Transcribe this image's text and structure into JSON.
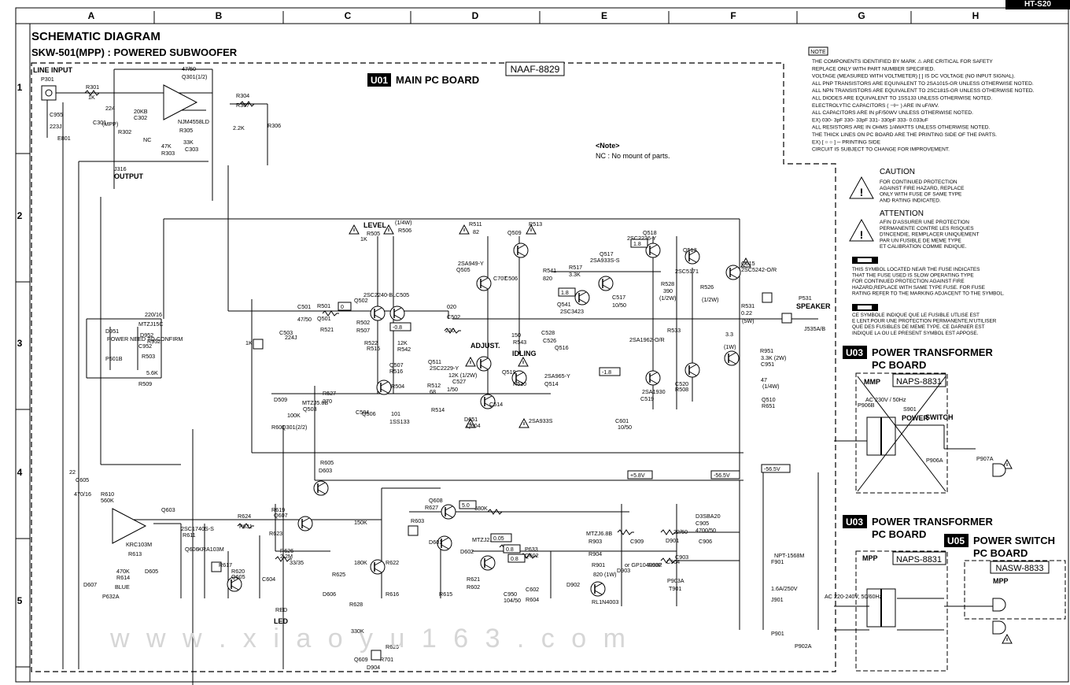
{
  "header": {
    "title": "SCHEMATIC DIAGRAM",
    "subtitle": "SKW-501(MPP) : POWERED SUBWOOFER",
    "corner_tag": "HT-S20"
  },
  "grid": {
    "columns": [
      "A",
      "B",
      "C",
      "D",
      "E",
      "F",
      "G",
      "H"
    ],
    "rows": [
      "1",
      "2",
      "3",
      "4",
      "5"
    ]
  },
  "boards": {
    "main": {
      "badge": "U01",
      "title": "MAIN PC BOARD",
      "part": "NAAF-8829"
    },
    "transformer1": {
      "badge": "U03",
      "title_line1": "POWER TRANSFORMER",
      "title_line2": "PC BOARD",
      "part": "NAPS-8831",
      "variant": "MMP"
    },
    "transformer2": {
      "badge": "U03",
      "title_line1": "POWER TRANSFORMER",
      "title_line2": "PC BOARD",
      "part": "NAPS-8831",
      "variant": "MPP"
    },
    "power_switch": {
      "badge": "U05",
      "title_line1": "POWER SWITCH",
      "title_line2": "PC BOARD",
      "part": "NASW-8833",
      "variant": "MPP"
    }
  },
  "notes": {
    "heading": "NOTE",
    "items": [
      "THE COMPONENTS IDENTIFIED BY MARK ⚠ ARE CRITICAL FOR SAFETY",
      "REPLACE ONLY WITH PART NUMBER SPECIFIED.",
      "VOLTAGE (MEASURED WITH VOLTMETER) [    ] IS DC VOLTAGE (NO INPUT SIGNAL).",
      "ALL PNP TRANSISTORS ARE EQUIVALENT TO 2SA1015-GR UNLESS OTHERWISE NOTED.",
      "ALL NPN TRANSISTORS ARE EQUIVALENT TO 2SC1815-GR UNLESS OTHERWISE NOTED.",
      "ALL DIODES ARE EQUIVALENT TO 1SS133 UNLESS OTHERWISE NOTED.",
      "ELECTROLYTIC CAPACITORS ( ⊣⊢ ) ARE IN uF/WV.",
      "ALL CAPACITORS ARE IN pF/50WV UNLESS OTHERWISE NOTED.",
      "EX) 030- 3pF 330- 33pF 331- 330pF 333- 0.033uF",
      "ALL RESISTORS ARE IN OHMS 1/4WATTS UNLESS OTHERWISE NOTED.",
      "THE THICK LINES ON PC BOARD ARE THE PRINTING SIDE OF THE PARTS.",
      "EX) [ ○ ○ ] ─ PRINTING SIDE",
      "CIRCUIT IS SUBJECT TO CHANGE FOR IMPROVEMENT."
    ],
    "nc_heading": "<Note>",
    "nc_text": "NC : No mount of parts."
  },
  "caution": {
    "title": "CAUTION",
    "lines": [
      "FOR CONTINUED PROTECTION",
      "AGAINST FIRE HAZARD, REPLACE",
      "ONLY WITH FUSE OF SAME TYPE",
      "AND RATING INDICATED."
    ]
  },
  "attention": {
    "title": "ATTENTION",
    "lines": [
      "AFIN D'ASSURER UNE PROTECTION",
      "PERMANENTE CONTRE LES RISQUES",
      "D'INCENDIE, REMPLACER UNIQUEMENT",
      "PAR UN FUSIBLE DE MEME TYPE",
      "ET CALIBRATION COMME INDIQUE."
    ]
  },
  "fuse_note_en": [
    "THIS SYMBOL LOCATED NEAR THE FUSE INDICATES",
    "THAT THE FUSE USED IS SLOW OPERATING TYPE",
    "FOR CONTINUED PROTECTION AGAINST FIRE",
    "HAZARD,REPLACE WITH SAME TYPE FUSE. FOR FUSE",
    "RATING REFER TO THE MARKING ADJACENT TO THE SYMBOL."
  ],
  "fuse_note_fr": [
    "CE SYMBOLE INDIQUE QUE LE FUSIBLE UTLISE EST",
    "E LENT.POUR UNE PROTECTION PERMANENTE,N'UTILISER",
    "QUE DES FUSIBLES DE MEME TYPE. CE DARNIER EST",
    "INDIQUE LA OU LE PRESENT SYMBOL EST APPOSE."
  ],
  "labels": [
    {
      "t": "LINE INPUT",
      "b": 1
    },
    {
      "t": "P301"
    },
    {
      "t": "R301"
    },
    {
      "t": "1K"
    },
    {
      "t": "C955"
    },
    {
      "t": "223J"
    },
    {
      "t": "E801"
    },
    {
      "t": "C301"
    },
    {
      "t": "(MPP)"
    },
    {
      "t": "224"
    },
    {
      "t": "R302"
    },
    {
      "t": "20KB"
    },
    {
      "t": "C302"
    },
    {
      "t": "47/50"
    },
    {
      "t": "Q301(1/2)"
    },
    {
      "t": "NJM4558LD"
    },
    {
      "t": "R305"
    },
    {
      "t": "33K"
    },
    {
      "t": "C303"
    },
    {
      "t": "NC"
    },
    {
      "t": "47K"
    },
    {
      "t": "R303"
    },
    {
      "t": "R304"
    },
    {
      "t": "R307"
    },
    {
      "t": "2.2K"
    },
    {
      "t": "R306"
    },
    {
      "t": "J316"
    },
    {
      "t": "OUTPUT",
      "b": 1
    },
    {
      "t": "LEVEL",
      "b": 1
    },
    {
      "t": "R505"
    },
    {
      "t": "1K"
    },
    {
      "t": "(1/4W)"
    },
    {
      "t": "R506"
    },
    {
      "t": "R511"
    },
    {
      "t": "82"
    },
    {
      "t": "R513"
    },
    {
      "t": "Q509"
    },
    {
      "t": "2SA949-Y"
    },
    {
      "t": "Q505"
    },
    {
      "t": "C707"
    },
    {
      "t": "C506"
    },
    {
      "t": "R541"
    },
    {
      "t": "820"
    },
    {
      "t": "R517"
    },
    {
      "t": "3.3K"
    },
    {
      "t": "Q517"
    },
    {
      "t": "2SA933S-S"
    },
    {
      "t": "Q518"
    },
    {
      "t": "2SC2236-Y"
    },
    {
      "t": "Q513"
    },
    {
      "t": "2SC5171"
    },
    {
      "t": "Q515"
    },
    {
      "t": "2SC5242-O/R"
    },
    {
      "t": "R528"
    },
    {
      "t": "390"
    },
    {
      "t": "(1/2W)"
    },
    {
      "t": "R526"
    },
    {
      "t": "(1/2W)"
    },
    {
      "t": "Q541"
    },
    {
      "t": "2SC3423"
    },
    {
      "t": "C517"
    },
    {
      "t": "10/50"
    },
    {
      "t": "R531"
    },
    {
      "t": "0.22"
    },
    {
      "t": "(5W)"
    },
    {
      "t": "P531"
    },
    {
      "t": "SPEAKER",
      "b": 1
    },
    {
      "t": "J535A/B"
    },
    {
      "t": "C501"
    },
    {
      "t": "47/50"
    },
    {
      "t": "R501"
    },
    {
      "t": "Q501"
    },
    {
      "t": "2SC2240-BL"
    },
    {
      "t": "Q502"
    },
    {
      "t": "C505"
    },
    {
      "t": "020"
    },
    {
      "t": "C502"
    },
    {
      "t": "C503"
    },
    {
      "t": "224J"
    },
    {
      "t": "R502"
    },
    {
      "t": "R507"
    },
    {
      "t": "R521"
    },
    {
      "t": "220"
    },
    {
      "t": "R522"
    },
    {
      "t": "R515"
    },
    {
      "t": "12K"
    },
    {
      "t": "R542"
    },
    {
      "t": "150"
    },
    {
      "t": "R543"
    },
    {
      "t": "C528"
    },
    {
      "t": "C526"
    },
    {
      "t": "Q516"
    },
    {
      "t": "2SA1962-O/R"
    },
    {
      "t": "R533"
    },
    {
      "t": "3.3"
    },
    {
      "t": "(1W)"
    },
    {
      "t": "R951"
    },
    {
      "t": "3.3K (2W)"
    },
    {
      "t": "C951"
    },
    {
      "t": "220/16"
    },
    {
      "t": "MTZJ15C"
    },
    {
      "t": "D951"
    },
    {
      "t": "POWER NEED TO CONFIRM"
    },
    {
      "t": "C952"
    },
    {
      "t": "D952"
    },
    {
      "t": "R952"
    },
    {
      "t": "P501B"
    },
    {
      "t": "R503"
    },
    {
      "t": "5.6K"
    },
    {
      "t": "R509"
    },
    {
      "t": "1K"
    },
    {
      "t": "Q507"
    },
    {
      "t": "R516"
    },
    {
      "t": "Q511"
    },
    {
      "t": "2SC2229-Y"
    },
    {
      "t": "ADJUST.",
      "b": 1
    },
    {
      "t": "IDLING",
      "b": 1
    },
    {
      "t": "Q519"
    },
    {
      "t": "2SA965-Y"
    },
    {
      "t": "Q514"
    },
    {
      "t": "2SA1930"
    },
    {
      "t": "C519"
    },
    {
      "t": "C520"
    },
    {
      "t": "R508"
    },
    {
      "t": "47"
    },
    {
      "t": "(1/4W)"
    },
    {
      "t": "Q510"
    },
    {
      "t": "R651"
    },
    {
      "t": "12K (1/2W)"
    },
    {
      "t": "C527"
    },
    {
      "t": "1/50"
    },
    {
      "t": "R510"
    },
    {
      "t": "100K"
    },
    {
      "t": "D509"
    },
    {
      "t": "MTZJ5.6B"
    },
    {
      "t": "Q503"
    },
    {
      "t": "R527"
    },
    {
      "t": "270"
    },
    {
      "t": "C504"
    },
    {
      "t": "Q506"
    },
    {
      "t": "R504"
    },
    {
      "t": "R512"
    },
    {
      "t": "68"
    },
    {
      "t": "R514"
    },
    {
      "t": "C514"
    },
    {
      "t": "101"
    },
    {
      "t": "1SS133"
    },
    {
      "t": "D651"
    },
    {
      "t": "Q604"
    },
    {
      "t": "2SA933S"
    },
    {
      "t": "C601"
    },
    {
      "t": "10/50"
    },
    {
      "t": "R601"
    },
    {
      "t": "Q301(2/2)"
    },
    {
      "t": "D603"
    },
    {
      "t": "R605"
    },
    {
      "t": "22"
    },
    {
      "t": "C605"
    },
    {
      "t": "470/16"
    },
    {
      "t": "R610"
    },
    {
      "t": "560K"
    },
    {
      "t": "Q603"
    },
    {
      "t": "2SC1740S-S"
    },
    {
      "t": "R611"
    },
    {
      "t": "Q606"
    },
    {
      "t": "KRA103M"
    },
    {
      "t": "R624"
    },
    {
      "t": "P631"
    },
    {
      "t": "R619"
    },
    {
      "t": "Q607"
    },
    {
      "t": "R623"
    },
    {
      "t": "Q608"
    },
    {
      "t": "R627"
    },
    {
      "t": "680K"
    },
    {
      "t": "R603"
    },
    {
      "t": "150K"
    },
    {
      "t": "D601"
    },
    {
      "t": "MTZJ2.7B"
    },
    {
      "t": "D602"
    },
    {
      "t": "P633"
    },
    {
      "t": "Q602"
    },
    {
      "t": "KRC103M"
    },
    {
      "t": "R613"
    },
    {
      "t": "470K"
    },
    {
      "t": "R614"
    },
    {
      "t": "D605"
    },
    {
      "t": "R617"
    },
    {
      "t": "R620"
    },
    {
      "t": "Q605"
    },
    {
      "t": "R626"
    },
    {
      "t": "2.2M"
    },
    {
      "t": "C604"
    },
    {
      "t": "33/35"
    },
    {
      "t": "R625"
    },
    {
      "t": "180K"
    },
    {
      "t": "R622"
    },
    {
      "t": "R621"
    },
    {
      "t": "R602"
    },
    {
      "t": "C602"
    },
    {
      "t": "R604"
    },
    {
      "t": "C950"
    },
    {
      "t": "104/50"
    },
    {
      "t": "R615"
    },
    {
      "t": "R616"
    },
    {
      "t": "D607"
    },
    {
      "t": "P632A"
    },
    {
      "t": "BLUE"
    },
    {
      "t": "RED"
    },
    {
      "t": "LED",
      "b": 1
    },
    {
      "t": "D606"
    },
    {
      "t": "R628"
    },
    {
      "t": "330K"
    },
    {
      "t": "R629"
    },
    {
      "t": "Q609"
    },
    {
      "t": "R701"
    },
    {
      "t": "D904"
    },
    {
      "t": "MTZJ6.8B"
    },
    {
      "t": "R903"
    },
    {
      "t": "R904"
    },
    {
      "t": "R901"
    },
    {
      "t": "820 (1W)"
    },
    {
      "t": "D902"
    },
    {
      "t": "RL1N4003"
    },
    {
      "t": "or GP104003E"
    },
    {
      "t": "D903"
    },
    {
      "t": "R902"
    },
    {
      "t": "C909"
    },
    {
      "t": "22/50"
    },
    {
      "t": "D901"
    },
    {
      "t": "D3SBA20"
    },
    {
      "t": "C905"
    },
    {
      "t": "4700/50"
    },
    {
      "t": "C906"
    },
    {
      "t": "C903"
    },
    {
      "t": "C904"
    },
    {
      "t": "P903A"
    },
    {
      "t": "T901"
    },
    {
      "t": "NPT-1568M"
    },
    {
      "t": "F901"
    },
    {
      "t": "1.6A/250V"
    },
    {
      "t": "J901"
    },
    {
      "t": "P901"
    },
    {
      "t": "P902A"
    },
    {
      "t": "AC 220-240V, 50/60Hz"
    },
    {
      "t": "AC 230V / 50Hz"
    },
    {
      "t": "P906B"
    },
    {
      "t": "S901"
    },
    {
      "t": "POWER",
      "b": 1
    },
    {
      "t": "SWITCH",
      "b": 1
    },
    {
      "t": "P907A"
    },
    {
      "t": "P906A"
    }
  ],
  "voltages": [
    "0",
    "-0.8",
    "0.8",
    "-1.8",
    "1.8",
    "1.8",
    "+5.8V",
    "-56.5V",
    "-56.5V",
    "5.0",
    "0.05",
    "0.8"
  ],
  "watermark": "w w w . x i a o y u 1 6 3 . c o m"
}
